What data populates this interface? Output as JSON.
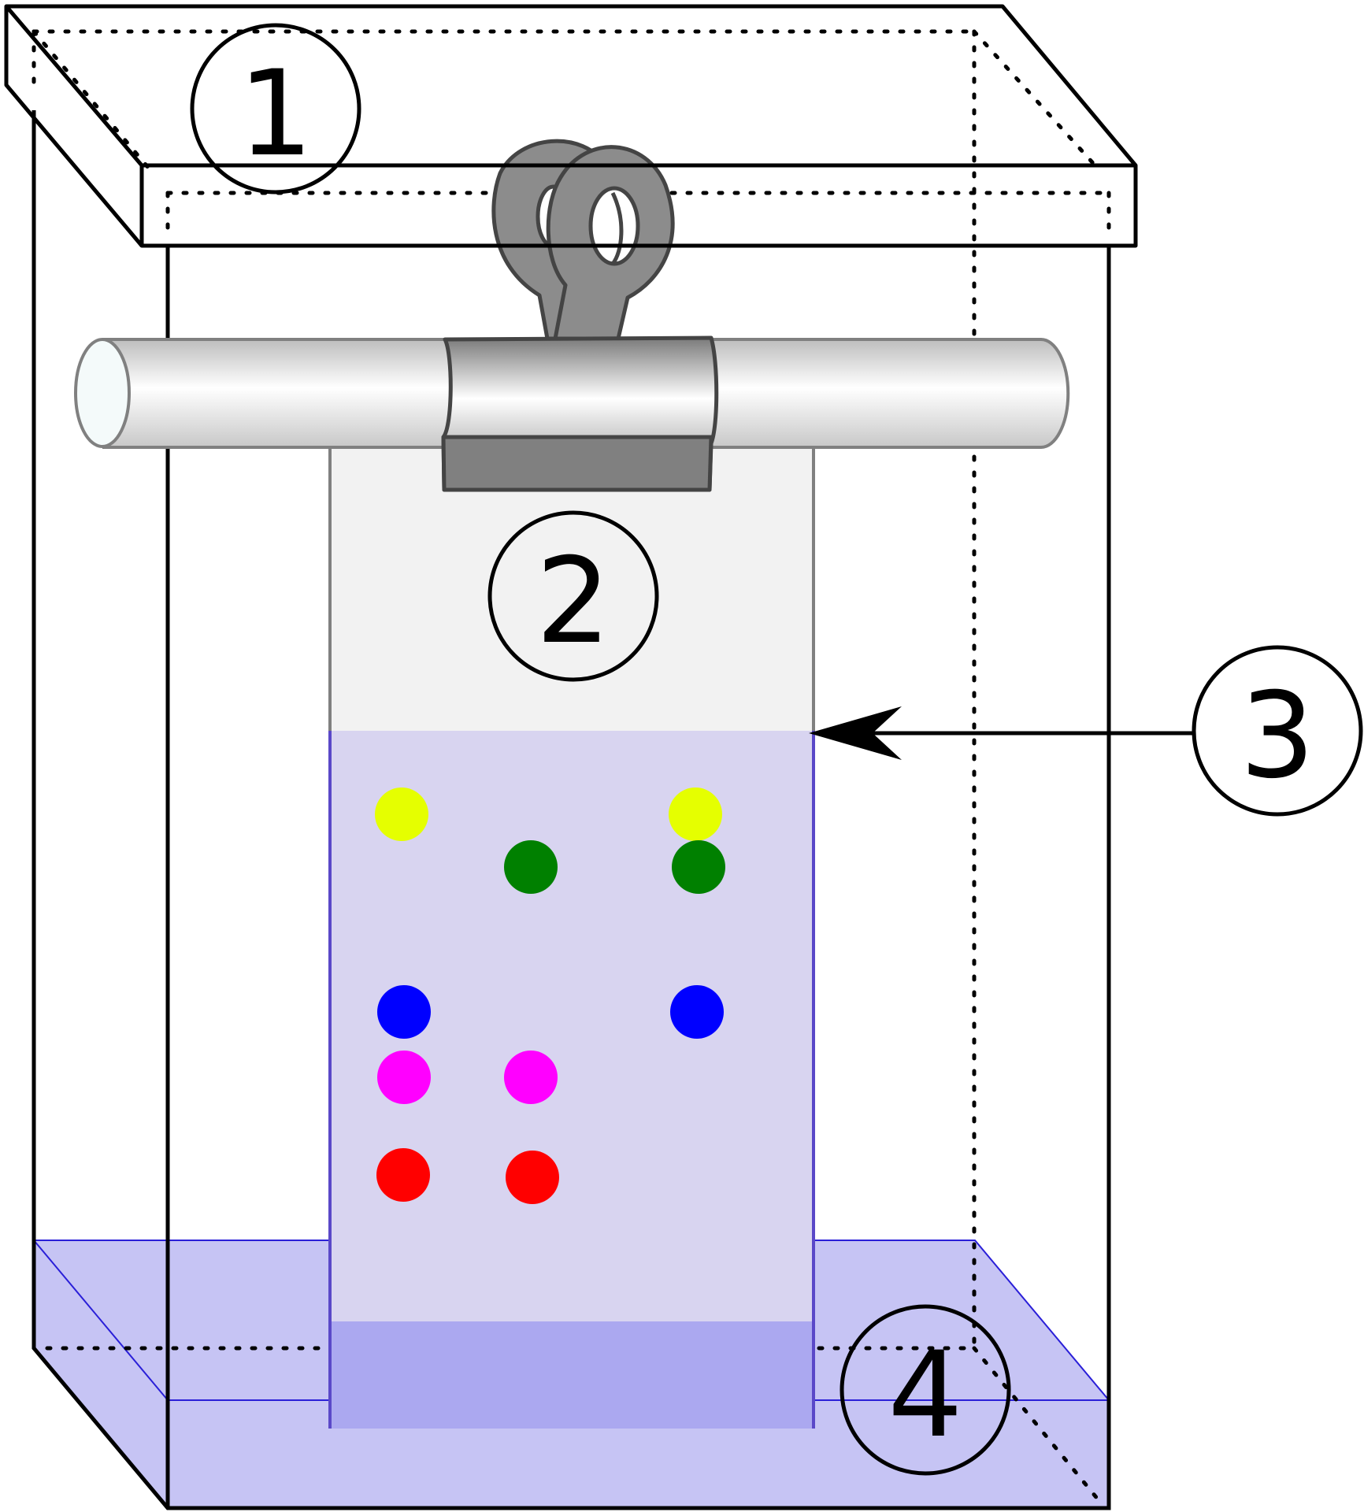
{
  "labels": {
    "lid": "1",
    "paper": "2",
    "solvent_front": "3",
    "solvent": "4"
  },
  "colors": {
    "outline": "#000000",
    "solvent_fill": "#c6c4f4",
    "solvent_line": "#2a1fd8",
    "paper_dry": "#f2f2f2",
    "paper_wet": "#d8d4f0",
    "paper_submerged": "#aba8f0",
    "paper_edge_wet": "#5a48c8",
    "clip_gray": "#808080",
    "spot_yellow": "#e5ff00",
    "spot_green": "#008000",
    "spot_blue": "#0000ff",
    "spot_magenta": "#ff00ff",
    "spot_red": "#ff0000"
  },
  "spots": [
    {
      "name": "spot-yellow-lane1",
      "color": "#e5ff00"
    },
    {
      "name": "spot-blue-lane1",
      "color": "#0000ff"
    },
    {
      "name": "spot-magenta-lane1",
      "color": "#ff00ff"
    },
    {
      "name": "spot-red-lane1",
      "color": "#ff0000"
    },
    {
      "name": "spot-green-lane2",
      "color": "#008000"
    },
    {
      "name": "spot-magenta-lane2",
      "color": "#ff00ff"
    },
    {
      "name": "spot-red-lane2",
      "color": "#ff0000"
    },
    {
      "name": "spot-yellow-lane3",
      "color": "#e5ff00"
    },
    {
      "name": "spot-green-lane3",
      "color": "#008000"
    },
    {
      "name": "spot-blue-lane3",
      "color": "#0000ff"
    }
  ]
}
